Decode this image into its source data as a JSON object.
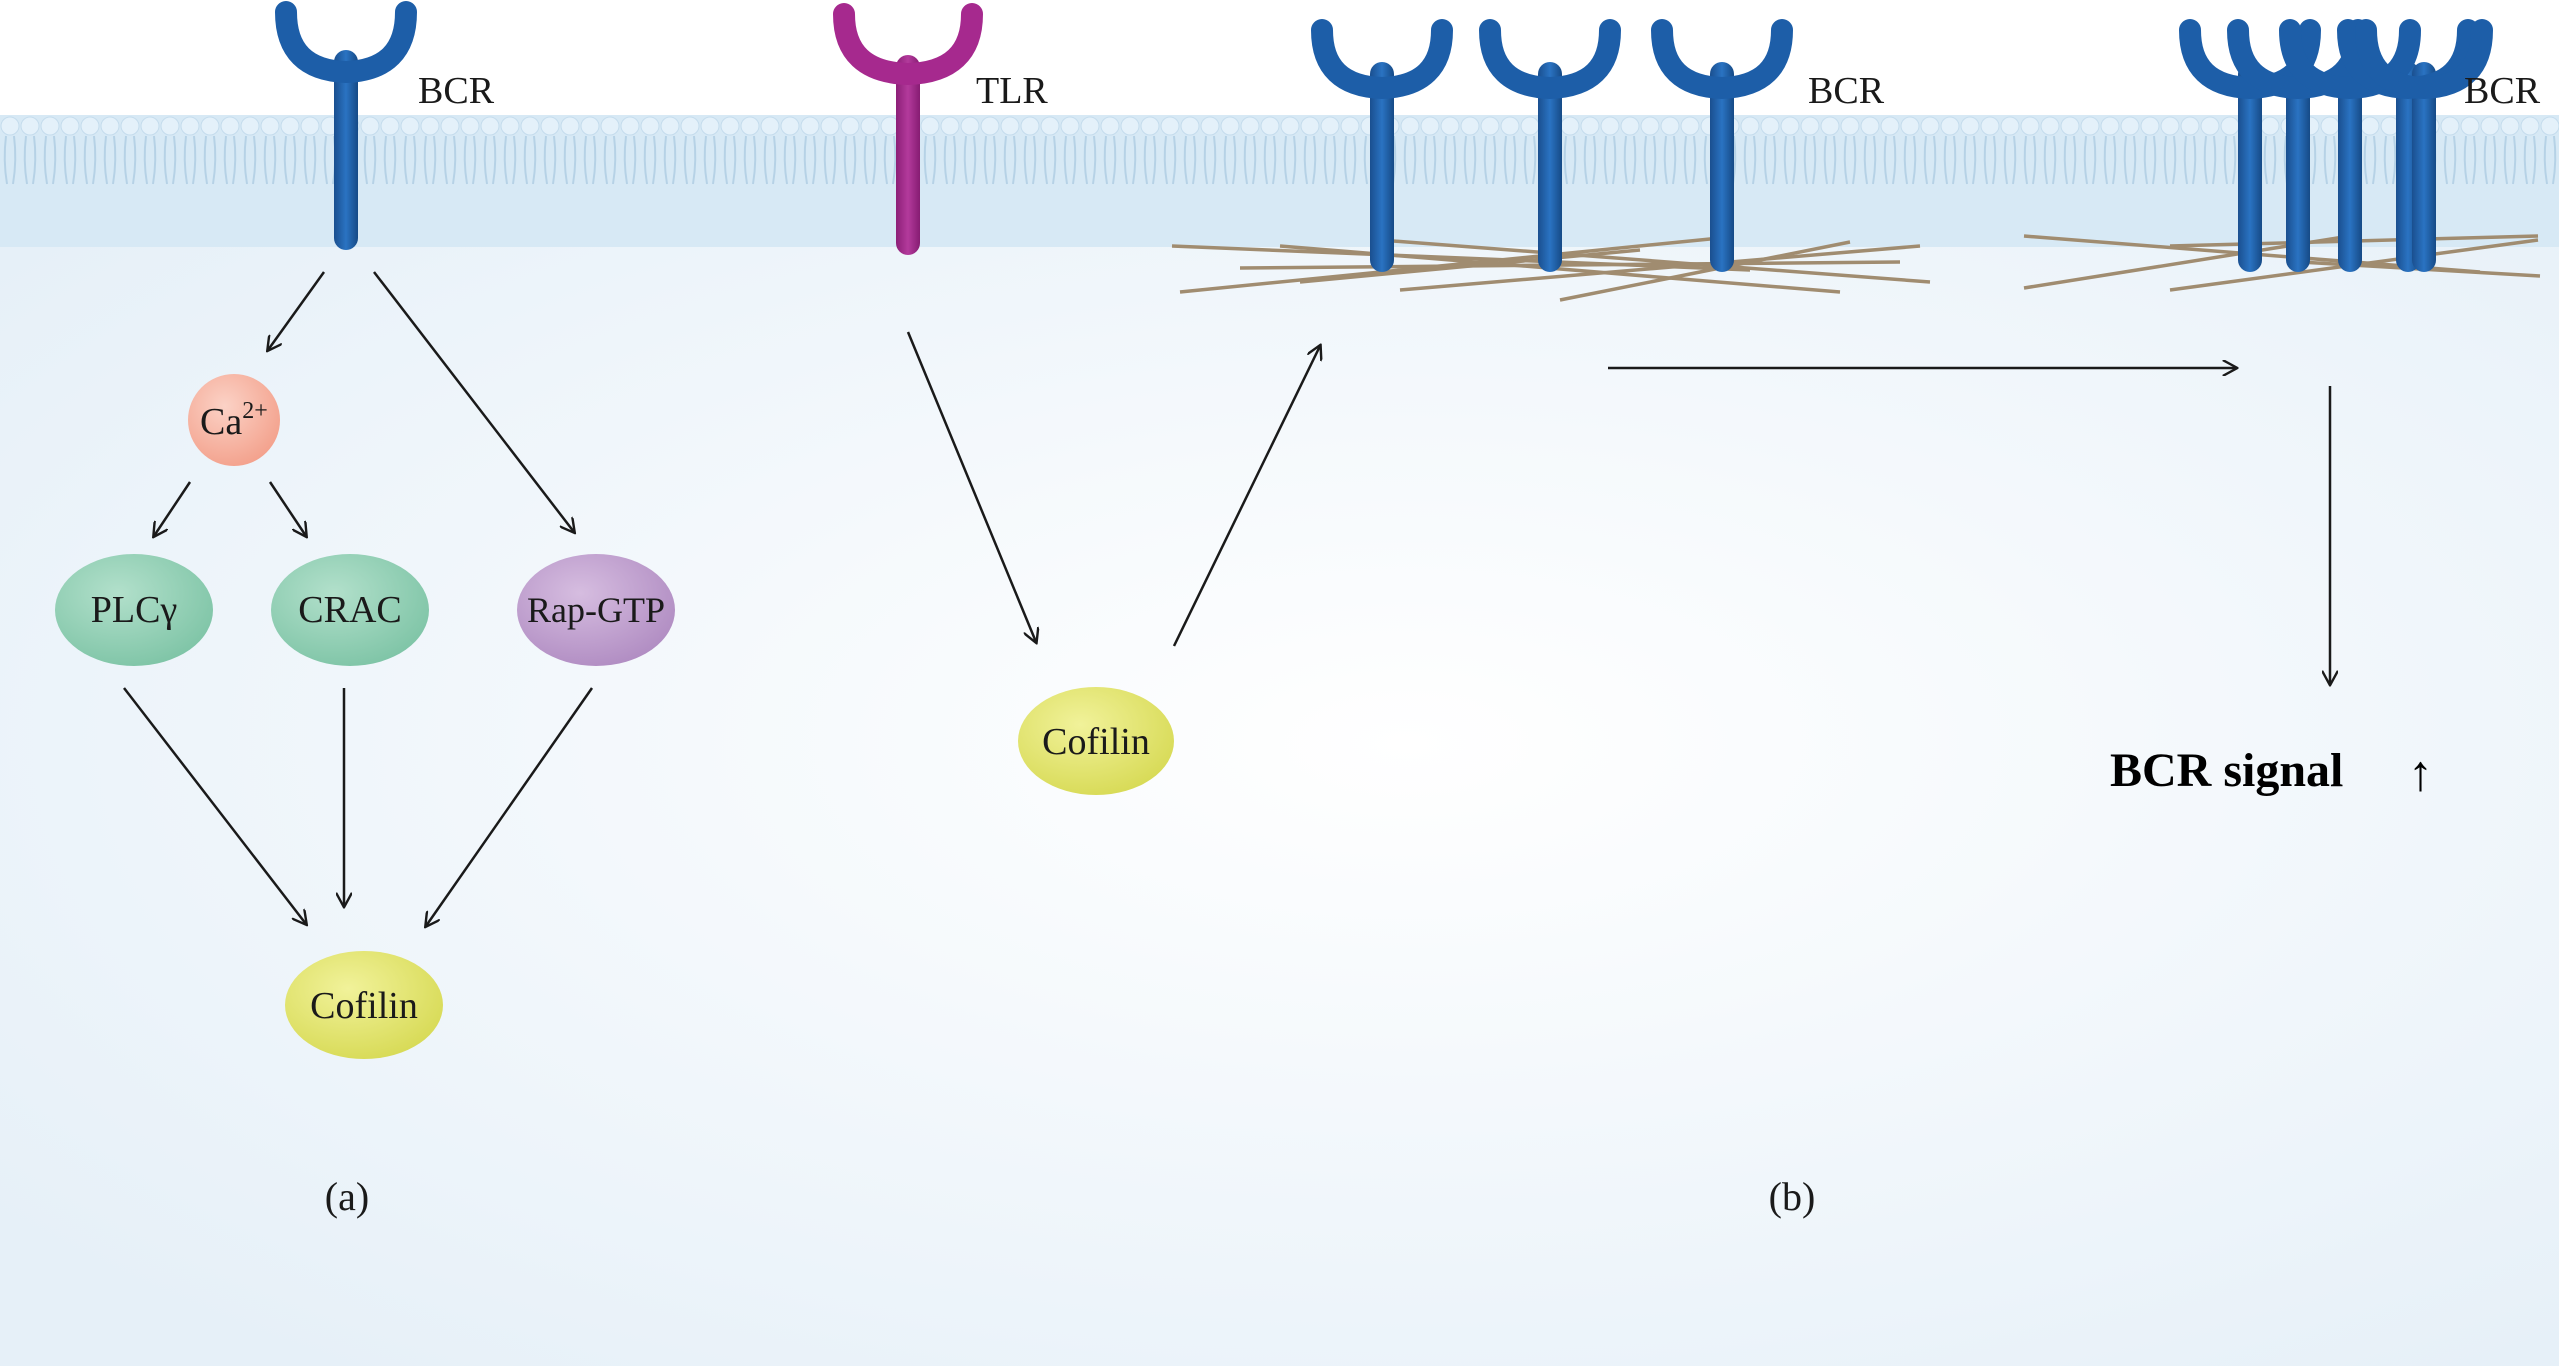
{
  "panel_a": {
    "receptor_label": "BCR",
    "calcium": {
      "base": "Ca",
      "sup": "2+"
    },
    "plc_label": "PLCγ",
    "crac_label": "CRAC",
    "rap_label": "Rap-GTP",
    "cofilin_label": "Cofilin",
    "caption": "(a)"
  },
  "panel_b": {
    "tlr_label": "TLR",
    "cofilin_label": "Cofilin",
    "bcr_label_middle": "BCR",
    "bcr_label_right": "BCR",
    "signal_label": "BCR signal",
    "signal_arrow": "↑",
    "caption": "(b)"
  },
  "colors": {
    "bcr_receptor": "#1d5ea8",
    "tlr_receptor": "#a6298e",
    "calcium_node": "#f7b4a3",
    "plc_node": "#8ccfb4",
    "crac_node": "#8ccfb4",
    "rap_node": "#c2a0cf",
    "cofilin_node": "#e3e56b",
    "actin_filament": "#a08c70",
    "membrane": "#cde4f2",
    "cytoplasm": "#eef5fa"
  }
}
